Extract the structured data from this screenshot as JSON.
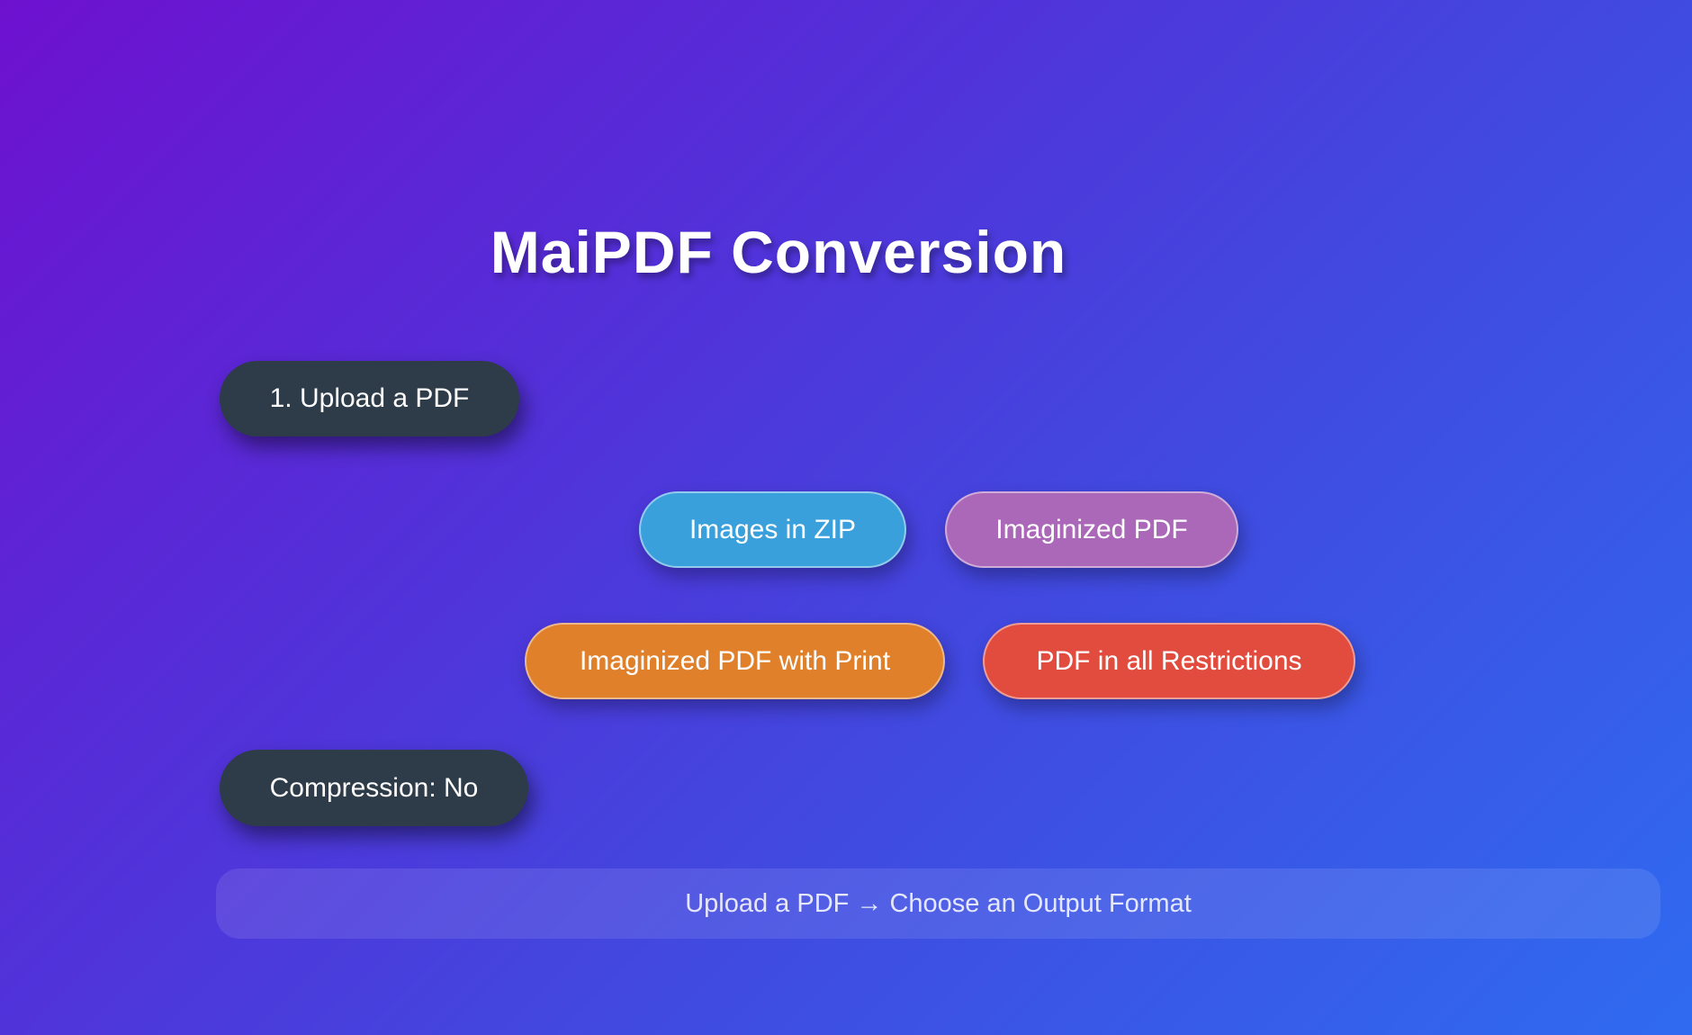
{
  "title": "MaiPDF Conversion",
  "buttons": {
    "upload": {
      "label": "1. Upload a PDF",
      "color": "#2e3c49"
    },
    "images_zip": {
      "label": "Images in ZIP",
      "color": "#3aa0dc"
    },
    "imaginized_pdf": {
      "label": "Imaginized PDF",
      "color": "#ab68b8"
    },
    "imaginized_pdf_print": {
      "label": "Imaginized PDF with Print",
      "color": "#e0802b"
    },
    "pdf_restrictions": {
      "label": "PDF in all Restrictions",
      "color": "#e14c3e"
    },
    "compression": {
      "label": "Compression: No",
      "color": "#2e3c49"
    }
  },
  "status_bar": {
    "label": "Upload a PDF → Choose an Output Format"
  },
  "colors": {
    "background_gradient_start": "#6e11cf",
    "background_gradient_end": "#2f6bf0",
    "dark_button": "#2e3c49",
    "blue_button": "#3aa0dc",
    "mauve_button": "#ab68b8",
    "orange_button": "#e0802b",
    "red_button": "#e14c3e",
    "status_bar_fill": "rgba(255,255,255,0.10)"
  }
}
